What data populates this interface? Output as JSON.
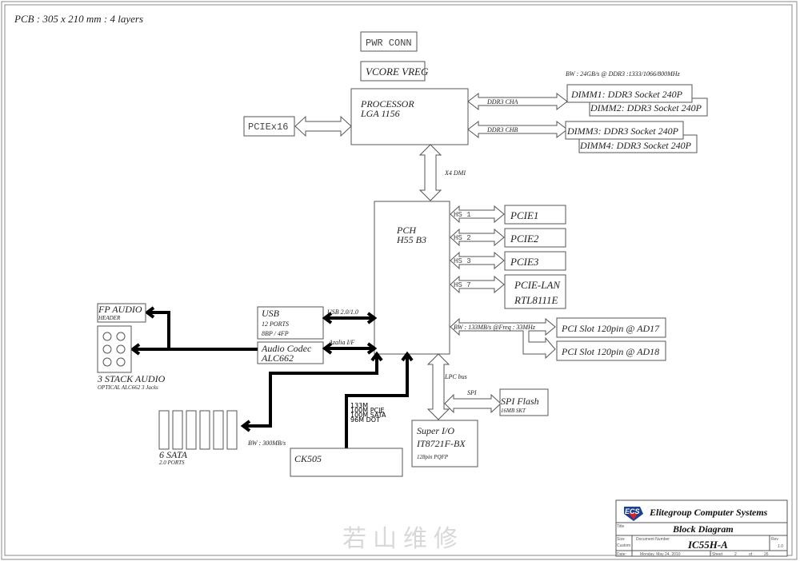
{
  "header": {
    "pcb_note": "PCB : 305 x 210 mm : 4 layers"
  },
  "blocks": {
    "pwr_conn": "PWR CONN",
    "vcore": "VCORE VREG",
    "processor": [
      "PROCESSOR",
      "LGA 1156"
    ],
    "pciex16": "PCIEx16",
    "dimm_bw": "BW : 24GB/s @ DDR3 :1333/1066/800MHz",
    "dimms": [
      "DIMM1: DDR3 Socket 240P",
      "DIMM2: DDR3 Socket 240P",
      "DIMM3: DDR3 Socket 240P",
      "DIMM4: DDR3 Socket 240P"
    ],
    "pch": [
      "PCH",
      "H55 B3"
    ],
    "pcie": [
      "PCIE1",
      "PCIE2",
      "PCIE3"
    ],
    "pcie_lan": [
      "PCIE-LAN",
      "RTL8111E"
    ],
    "pci_slots": [
      "PCI Slot 120pin @ AD17",
      "PCI Slot 120pin @ AD18"
    ],
    "usb": [
      "USB",
      "12 PORTS",
      "8BP / 4FP"
    ],
    "audio_codec": [
      "Audio Codec",
      "ALC662"
    ],
    "fp_audio": [
      "FP AUDIO",
      "HEADER"
    ],
    "stack_audio": [
      "3 STACK AUDIO",
      "OPTICAL ALC662 3 Jacks"
    ],
    "sata": [
      "6 SATA",
      "2.0 PORTS"
    ],
    "ck505": "CK505",
    "ck505_clocks": [
      "133M",
      "100M PCIE",
      "100M SATA",
      "96M DOT"
    ],
    "super_io": [
      "Super I/O",
      "IT8721F-BX",
      "128pin PQFP"
    ],
    "spi_flash": [
      "SPI Flash",
      "16MB SKT"
    ]
  },
  "links": {
    "ddr_cha": "DDR3 CHA",
    "ddr_chb": "DDR3 CHB",
    "dmi": "X4 DMI",
    "hs": [
      "HS 1",
      "HS 2",
      "HS 3",
      "HS 7"
    ],
    "pci_bw": "BW : 133MB/s @Freq : 33MHz",
    "usb": "USB 2.0/1.0",
    "azalia": "Azalia I/F",
    "sata_bw": "BW : 300MB/s",
    "lpc": "LPC bus",
    "spi": "SPI"
  },
  "title_block": {
    "company": "Elitegroup Computer Systems",
    "logo": "ECS",
    "title_label": "Title",
    "title": "Block Diagram",
    "size_label": "Size",
    "size": "Custom",
    "doc_label": "Document Number",
    "doc": "IC55H-A",
    "rev_label": "Rev",
    "rev": "1.0",
    "date_label": "Date:",
    "date": "Monday, May 24, 2010",
    "sheet_label": "Sheet",
    "sheet": "2",
    "of_label": "of",
    "total": "26"
  },
  "watermark": "若山维修"
}
